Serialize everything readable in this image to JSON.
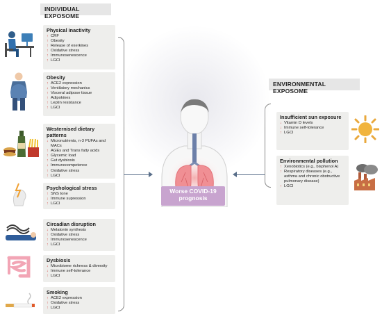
{
  "headers": {
    "individual": "INDIVIDUAL EXPOSOME",
    "environmental": "ENVIRONMENTAL EXPOSOME"
  },
  "outcome": {
    "line1": "Worse COVID-19",
    "line2": "prognosis"
  },
  "individual_cards": [
    {
      "title": "Physical inactivity",
      "items": [
        {
          "dir": "up",
          "text": "CRF"
        },
        {
          "dir": "up",
          "text": "Obesity"
        },
        {
          "dir": "up",
          "text": "Release of exerkines"
        },
        {
          "dir": "up",
          "text": "Oxidative stress"
        },
        {
          "dir": "up",
          "text": "Immunosenescence"
        },
        {
          "dir": "up",
          "text": "LGCI"
        }
      ]
    },
    {
      "title": "Obesity",
      "items": [
        {
          "dir": "up",
          "text": "ACE2 expression"
        },
        {
          "dir": "down",
          "text": "Ventilatory mechanics"
        },
        {
          "dir": "up",
          "text": "Visceral adipose tissue"
        },
        {
          "dir": "up",
          "text": "Adipokines"
        },
        {
          "dir": "up",
          "text": "Leptin resistance"
        },
        {
          "dir": "up",
          "text": "LGCI"
        }
      ]
    },
    {
      "title": "Westernised dietary patterns",
      "items": [
        {
          "dir": "down",
          "text": "Micronutrients, n-3 PUFAs and"
        },
        {
          "dir": "none",
          "text": "MACs"
        },
        {
          "dir": "up",
          "text": "AGEs and Trans fatty acids"
        },
        {
          "dir": "up",
          "text": "Glycemic load"
        },
        {
          "dir": "up",
          "text": "Gut dysbiosis"
        },
        {
          "dir": "down",
          "text": "Immunocompetence"
        },
        {
          "dir": "up",
          "text": "Oxidative stress"
        },
        {
          "dir": "up",
          "text": "LGCI"
        }
      ]
    },
    {
      "title": "Psychological stress",
      "items": [
        {
          "dir": "up",
          "text": "SNS tone"
        },
        {
          "dir": "down",
          "text": "Immune supression"
        },
        {
          "dir": "up",
          "text": "LGCI"
        }
      ]
    },
    {
      "title": "Circadian disruption",
      "items": [
        {
          "dir": "down",
          "text": "Melatonin synthesis"
        },
        {
          "dir": "up",
          "text": "Oxidative stress"
        },
        {
          "dir": "up",
          "text": "Immunosenescence"
        },
        {
          "dir": "up",
          "text": "LGCI"
        }
      ]
    },
    {
      "title": "Dysbiosis",
      "items": [
        {
          "dir": "down",
          "text": "Microbiome richness & diversity"
        },
        {
          "dir": "down",
          "text": "Immune self-tolerance"
        },
        {
          "dir": "up",
          "text": "LGCI"
        }
      ]
    },
    {
      "title": "Smoking",
      "items": [
        {
          "dir": "up",
          "text": "ACE2 expression"
        },
        {
          "dir": "up",
          "text": "Oxidative stress"
        },
        {
          "dir": "up",
          "text": "LGCI"
        }
      ]
    }
  ],
  "environmental_cards": [
    {
      "title": "Insufficient sun exposure",
      "items": [
        {
          "dir": "down",
          "text": "Vitamin D levels"
        },
        {
          "dir": "down",
          "text": "Immune self-tolerance"
        },
        {
          "dir": "up",
          "text": "LGCI"
        }
      ]
    },
    {
      "title": "Environmental pollution",
      "items": [
        {
          "dir": "up",
          "text": "Xenobiotics (e.g., bisphenol A)"
        },
        {
          "dir": "up",
          "text": "Respiratory diseases (e.g.,"
        },
        {
          "dir": "none",
          "text": "asthma and chronic obstructive"
        },
        {
          "dir": "none",
          "text": "pulmonary disease)"
        },
        {
          "dir": "up",
          "text": "LGCI"
        }
      ]
    }
  ],
  "arrow_glyphs": {
    "up": "↑",
    "down": "↓",
    "none": ""
  },
  "colors": {
    "card_bg": "#eeeeec",
    "header_bg": "#e6e6e6",
    "outcome_bg": "#c8a4cf",
    "arrow": "#d9534f",
    "connector": "#5a6f8a"
  }
}
